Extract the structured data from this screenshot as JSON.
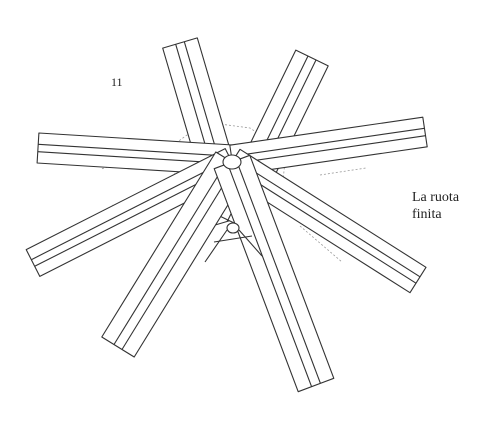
{
  "diagram": {
    "step_number": "11",
    "caption": {
      "line1": "La ruota",
      "line2": "finita"
    },
    "colors": {
      "line": "#333333",
      "fill": "#ffffff",
      "hidden_line": "#9a9a9a"
    }
  }
}
